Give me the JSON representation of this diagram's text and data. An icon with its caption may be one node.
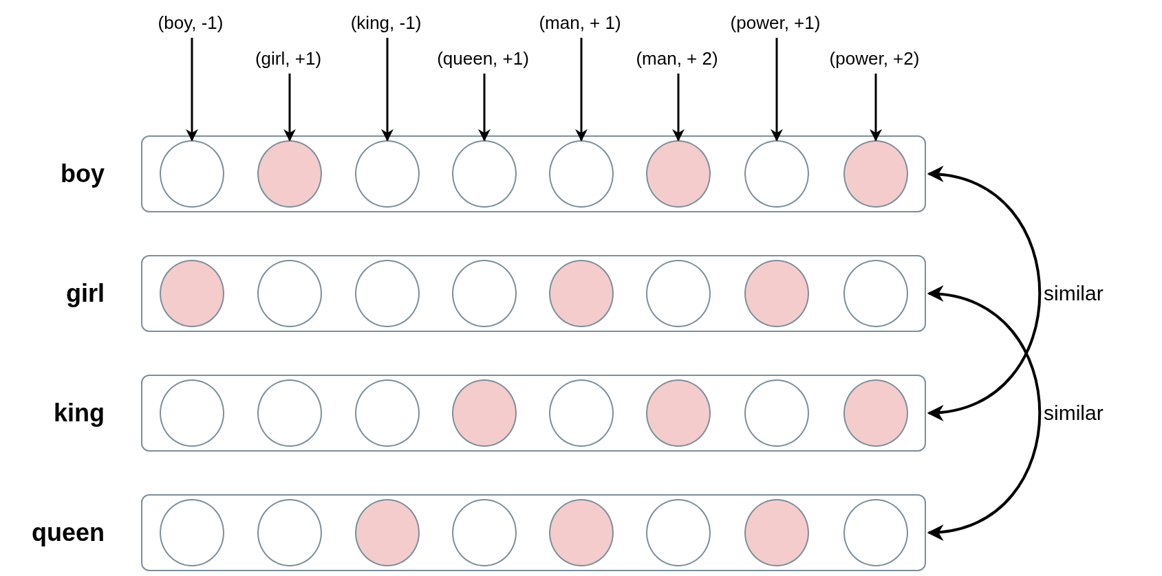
{
  "diagram": {
    "nodes": [
      {
        "text": [
          "(boy, -1)"
        ]
      },
      {
        "text": [
          "(girl, +1)"
        ]
      },
      {
        "text": [
          "(king, -1)"
        ]
      },
      {
        "text": [
          "(queen, +1)"
        ]
      },
      {
        "text": [
          "(man, + 1)"
        ]
      },
      {
        "text": [
          "(man, + 2)"
        ]
      },
      {
        "text": [
          "(power, +1)"
        ]
      },
      {
        "text": [
          "(power, +2)"
        ]
      },
      {
        "text": [
          "boy"
        ]
      },
      {
        "text": [],
        "shape": "circle",
        "in": 8
      },
      {
        "text": [],
        "shape": "circle",
        "in": 8
      },
      {
        "text": [],
        "shape": "circle",
        "in": 8
      },
      {
        "text": [],
        "shape": "circle",
        "in": 8
      },
      {
        "text": [],
        "shape": "circle",
        "in": 8
      },
      {
        "text": [],
        "shape": "circle",
        "in": 8
      },
      {
        "text": [],
        "shape": "circle",
        "in": 8
      },
      {
        "text": [],
        "shape": "circle",
        "in": 8
      },
      {
        "text": [
          "girl"
        ]
      },
      {
        "text": [],
        "shape": "circle",
        "in": 17
      },
      {
        "text": [],
        "shape": "circle",
        "in": 17
      },
      {
        "text": [],
        "shape": "circle",
        "in": 17
      },
      {
        "text": [],
        "shape": "circle",
        "in": 17
      },
      {
        "text": [],
        "shape": "circle",
        "in": 17
      },
      {
        "text": [],
        "shape": "circle",
        "in": 17
      },
      {
        "text": [],
        "shape": "circle",
        "in": 17
      },
      {
        "text": [],
        "shape": "circle",
        "in": 17
      },
      {
        "text": [
          "king"
        ]
      },
      {
        "text": [],
        "shape": "circle",
        "in": 26
      },
      {
        "text": [],
        "shape": "circle",
        "in": 26
      },
      {
        "text": [],
        "shape": "circle",
        "in": 26
      },
      {
        "text": [],
        "shape": "circle",
        "in": 26
      },
      {
        "text": [],
        "shape": "circle",
        "in": 26
      },
      {
        "text": [],
        "shape": "circle",
        "in": 26
      },
      {
        "text": [],
        "shape": "circle",
        "in": 26
      },
      {
        "text": [],
        "shape": "circle",
        "in": 26
      },
      {
        "text": [
          "queen"
        ]
      },
      {
        "text": [],
        "shape": "circle",
        "in": 35
      },
      {
        "text": [],
        "shape": "circle",
        "in": 35
      },
      {
        "text": [],
        "shape": "circle",
        "in": 35
      },
      {
        "text": [],
        "shape": "circle",
        "in": 35
      },
      {
        "text": [],
        "shape": "circle",
        "in": 35
      },
      {
        "text": [],
        "shape": "circle",
        "in": 35
      },
      {
        "text": [],
        "shape": "circle",
        "in": 35
      },
      {
        "text": [],
        "shape": "circle",
        "in": 35
      }
    ],
    "edges": [
      {
        "from": 0,
        "to": 9,
        "arrow": "to"
      },
      {
        "from": 1,
        "to": 10,
        "arrow": "to"
      },
      {
        "from": 2,
        "to": 11,
        "arrow": "to"
      },
      {
        "from": 3,
        "to": 12,
        "arrow": "to"
      },
      {
        "from": 4,
        "to": 13,
        "arrow": "to"
      },
      {
        "from": 5,
        "to": 14,
        "arrow": "to"
      },
      {
        "from": 6,
        "to": 15,
        "arrow": "to"
      },
      {
        "from": 7,
        "to": 16,
        "arrow": "to"
      },
      {
        "from": 8,
        "to": 26,
        "arrow": "both",
        "label": "similar"
      },
      {
        "from": 17,
        "to": 35,
        "arrow": "both",
        "label": "similar"
      }
    ]
  }
}
